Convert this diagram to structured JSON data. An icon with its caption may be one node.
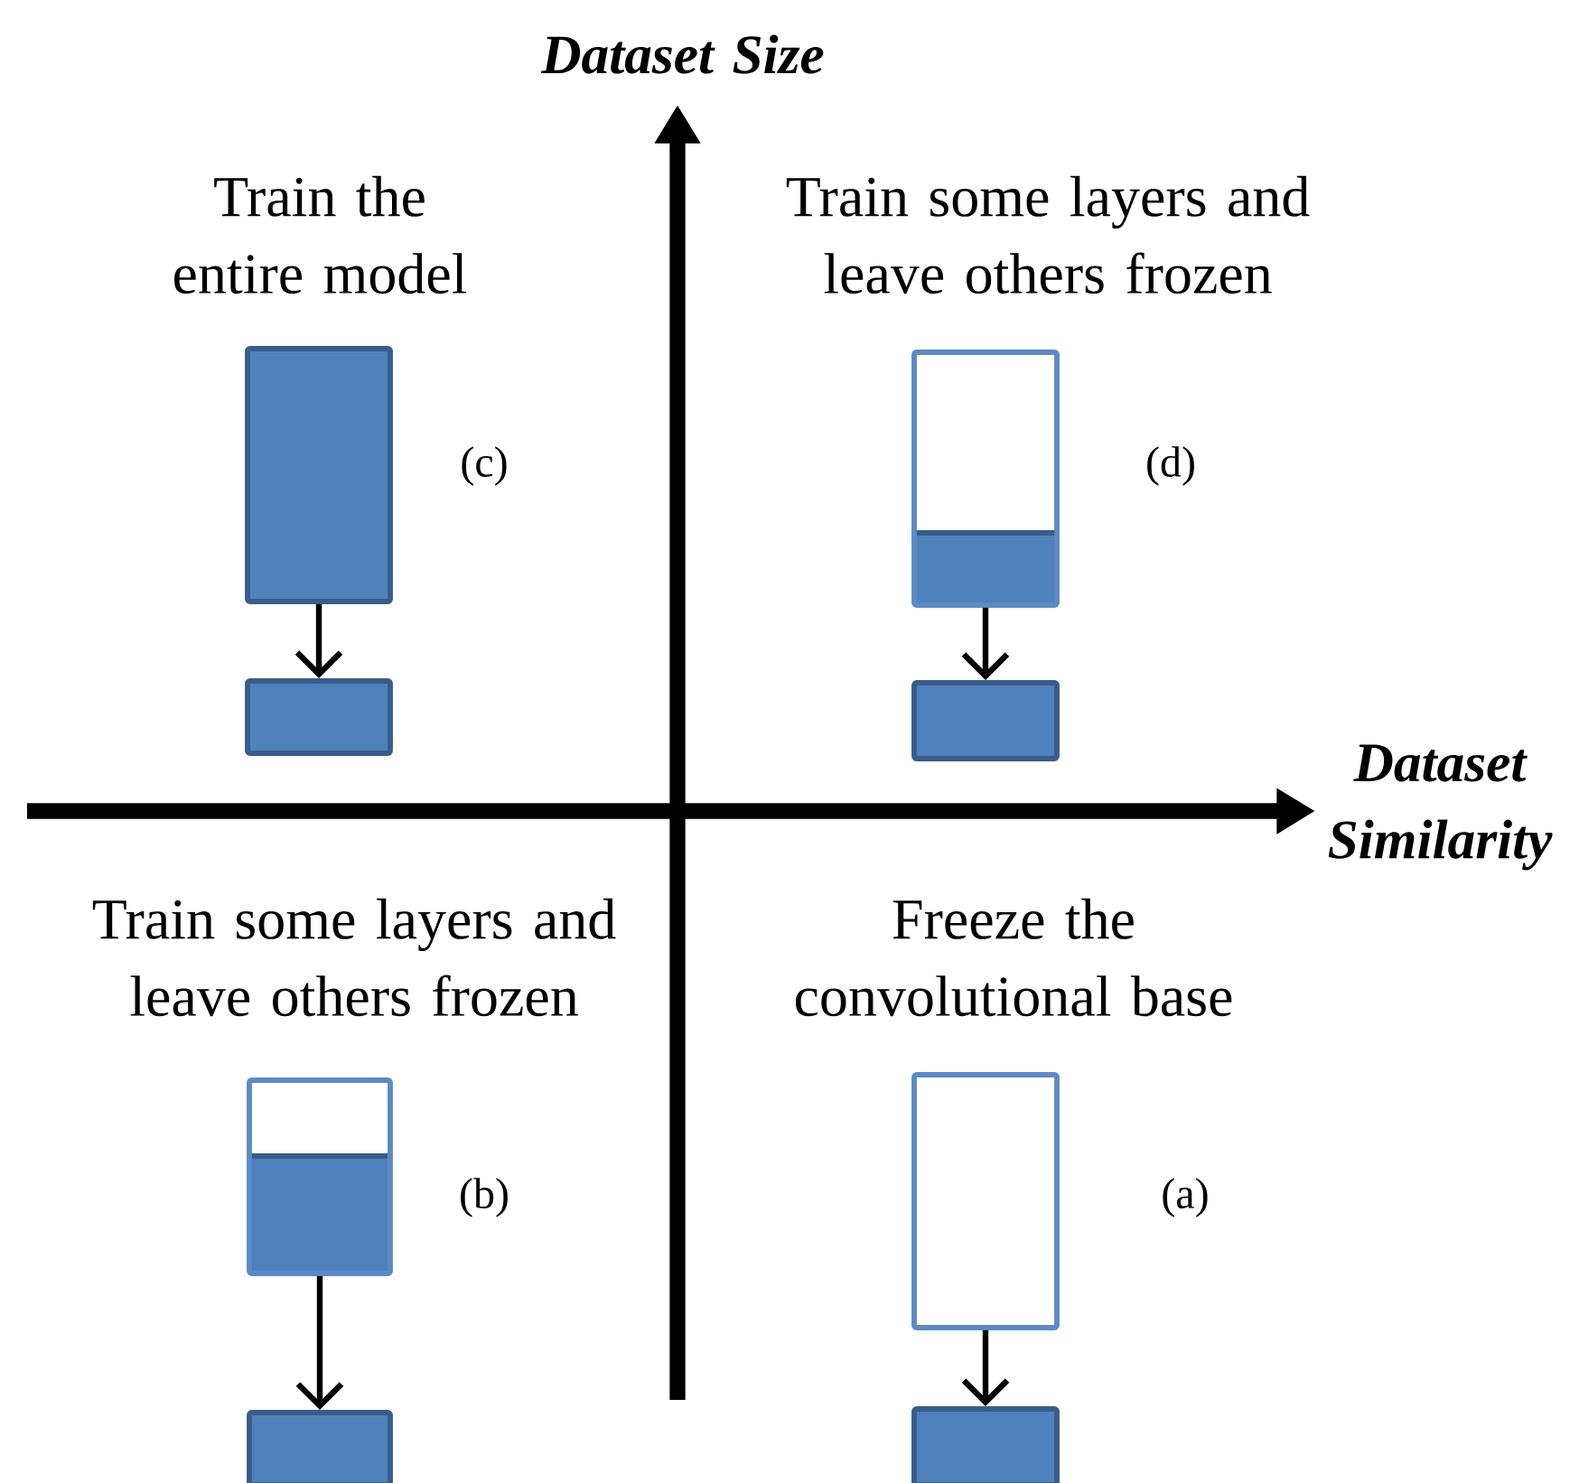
{
  "diagram": {
    "nodes": [
      {
        "text": [
          "Train the entire model"
        ],
        "beside": [
          "(c)"
        ]
      },
      {
        "text": [],
        "shape": "box"
      },
      {
        "text": [
          "Train some layers and leave others frozen"
        ],
        "beside": [
          "(d)"
        ]
      },
      {
        "text": [],
        "shape": "box"
      },
      {
        "text": [
          "Train some layers and leave others frozen"
        ],
        "beside": [
          "(b)"
        ]
      },
      {
        "text": [],
        "shape": "box"
      },
      {
        "text": [
          "Freeze the convolutional base"
        ],
        "beside": [
          "(a)"
        ]
      },
      {
        "text": [],
        "shape": "box"
      }
    ],
    "edges": [
      {
        "from": 0,
        "to": 1,
        "arrow": "to"
      },
      {
        "from": 2,
        "to": 3,
        "arrow": "to"
      },
      {
        "from": 4,
        "to": 5,
        "arrow": "to"
      },
      {
        "from": 6,
        "to": 7,
        "arrow": "to"
      }
    ],
    "labels": [
      "Dataset Size",
      "Dataset Similarity"
    ]
  }
}
